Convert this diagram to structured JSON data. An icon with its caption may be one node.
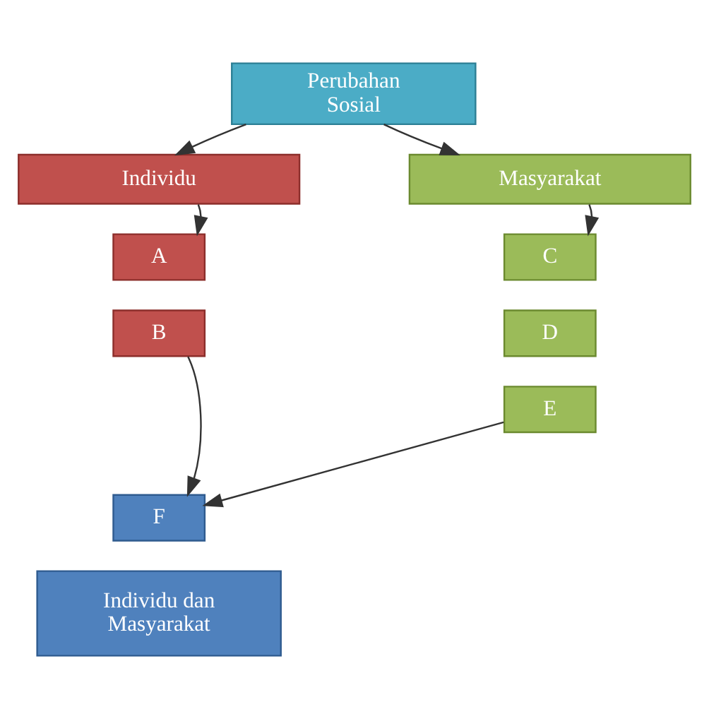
{
  "diagram": {
    "nodes": [
      {
        "text": [
          "Perubahan Sosial"
        ]
      },
      {
        "text": [
          "Individu"
        ]
      },
      {
        "text": [
          "Masyarakat"
        ]
      },
      {
        "text": [
          "A"
        ]
      },
      {
        "text": [
          "B"
        ]
      },
      {
        "text": [
          "C"
        ]
      },
      {
        "text": [
          "D"
        ]
      },
      {
        "text": [
          "E"
        ]
      },
      {
        "text": [
          "F"
        ]
      },
      {
        "text": [
          "Individu dan Masyarakat"
        ]
      }
    ],
    "edges": [
      {
        "from": 0,
        "to": 1,
        "arrow": "to"
      },
      {
        "from": 0,
        "to": 2,
        "arrow": "to"
      },
      {
        "from": 1,
        "to": 3,
        "arrow": "to"
      },
      {
        "from": 2,
        "to": 5,
        "arrow": "to"
      },
      {
        "from": 4,
        "to": 8,
        "arrow": "to"
      },
      {
        "from": 7,
        "to": 8,
        "arrow": "to"
      }
    ]
  }
}
